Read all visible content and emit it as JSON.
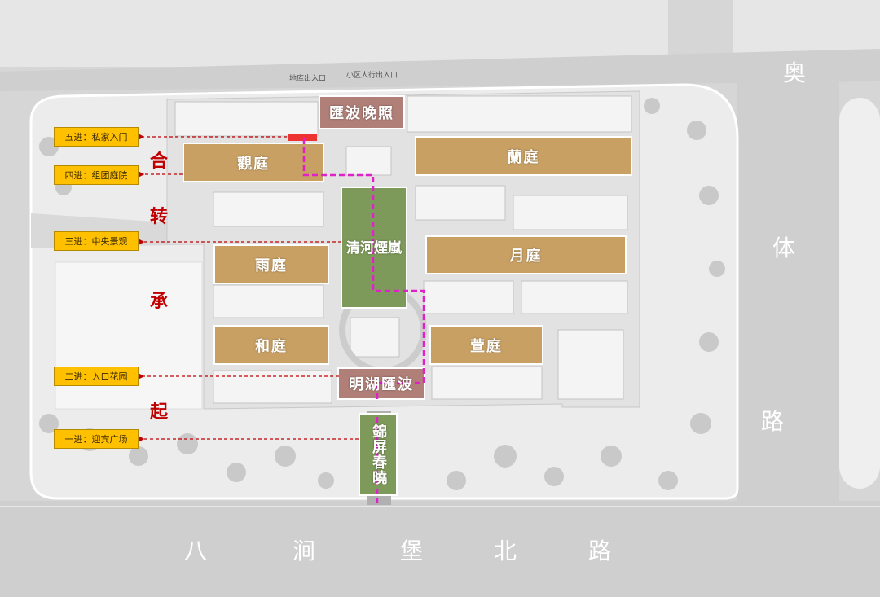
{
  "roads": {
    "north_top": "地库出入口",
    "north_ped": "小区人行出入口",
    "east_1": "奥",
    "east_2": "体",
    "east_3": "路",
    "south_1": "八",
    "south_2": "涧",
    "south_3": "堡",
    "south_4": "北",
    "south_5": "路"
  },
  "sequence": {
    "he": "合",
    "zhuan": "转",
    "cheng": "承",
    "qi": "起"
  },
  "steps": {
    "five": "五进：私家入门",
    "four": "四进：组团庭院",
    "three": "三进：中央景观",
    "two": "二进：入口花园",
    "one": "一进：迎宾广场"
  },
  "features": {
    "north": "匯波晚照",
    "central": "清河煙嵐",
    "lake": "明湖匯波",
    "gate": "錦屏春曉"
  },
  "courtyards": {
    "guan": "觀庭",
    "lan": "蘭庭",
    "yue": "月庭",
    "yu": "雨庭",
    "he": "和庭",
    "xuan": "萱庭"
  },
  "colors": {
    "courtyard": "#c8a064",
    "central": "#7e9a5a",
    "feature_box": "#b08078",
    "step_box": "#ffc000",
    "path_magenta": "#e020c8",
    "arrow_red": "#c00000"
  }
}
